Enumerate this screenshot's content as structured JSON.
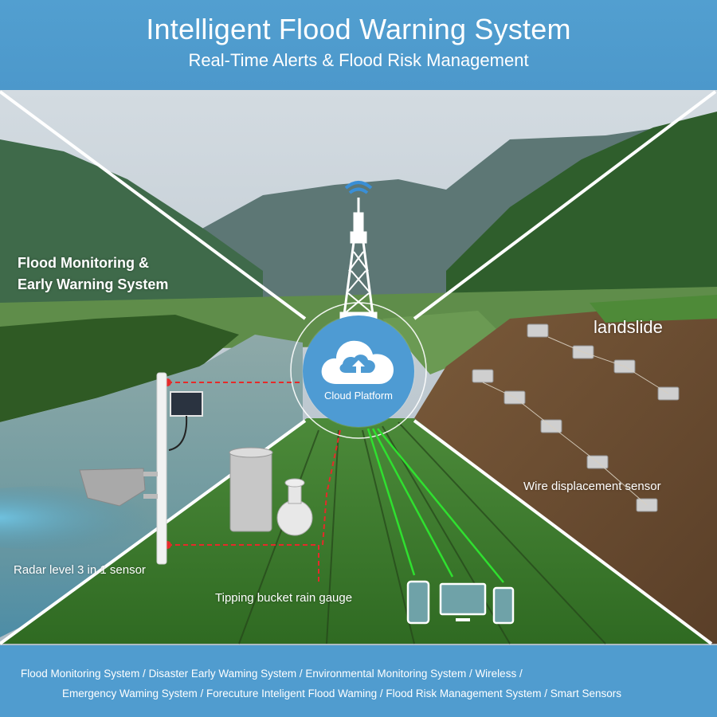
{
  "header": {
    "title": "Intelligent Flood Warning System",
    "subtitle": "Real-Time Alerts & Flood Risk Management"
  },
  "scene": {
    "section_label_left": {
      "line1": "Flood Monitoring &",
      "line2": "Early Warning System"
    },
    "section_label_right": "landslide",
    "hub": {
      "icon": "cloud-upload-icon",
      "label": "Cloud Platform"
    },
    "tower_icon": "antenna-tower-wifi-icon",
    "devices": [
      {
        "name": "Radar level 3 in 1 sensor",
        "icon": "radar-level-sensor-icon"
      },
      {
        "name": "Tipping bucket rain gauge",
        "icon": "rain-gauge-icon"
      },
      {
        "name": "Wire displacement sensor",
        "icon": "wire-displacement-sensor-icon"
      }
    ],
    "terminals": [
      "smartphone-icon",
      "desktop-monitor-icon",
      "tablet-icon"
    ],
    "colors": {
      "brand_blue": "#509ccf",
      "hub_blue": "#4e9bd3",
      "link_red": "#e52a2a",
      "link_green": "#2fe02f",
      "divider_white": "#ffffff"
    }
  },
  "footer": {
    "line1": "Flood Monitoring System / Disaster Early Waming System / Environmental Monitoring System / Wireless /",
    "line2": "Emergency Waming System  /  Forecuture Inteligent Flood Waming / Flood Risk Management System / Smart Sensors"
  }
}
